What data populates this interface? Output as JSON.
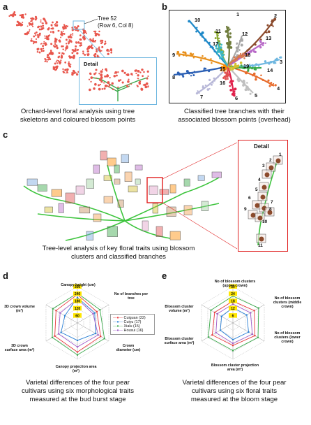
{
  "figure": {
    "a": {
      "letter": "a",
      "tree_label_line1": "Tree 52",
      "tree_label_line2": "(Row 6, Col 8)",
      "detail_label": "Detail",
      "caption_line1": "Orchard-level floral analysis using tree",
      "caption_line2": "skeletons and coloured blossom points"
    },
    "b": {
      "letter": "b",
      "branch_numbers": [
        "1",
        "2",
        "3",
        "4",
        "5",
        "6",
        "7",
        "8",
        "9",
        "10",
        "11",
        "12",
        "13",
        "14",
        "15",
        "16",
        "17",
        "18",
        "19"
      ],
      "caption_line1": "Classified tree branches with their",
      "caption_line2": "associated blossom points (overhead)"
    },
    "c": {
      "letter": "c",
      "detail_label": "Detail",
      "detail_numbers": [
        "1",
        "2",
        "3",
        "4",
        "5",
        "6",
        "7",
        "8",
        "9",
        "10",
        "11"
      ],
      "caption_line1": "Tree-level analysis of key floral traits using blossom",
      "caption_line2": "clusters and classified branches"
    },
    "d": {
      "letter": "d",
      "axes": [
        "Canopy height (cm)",
        "No of branches per tree",
        "Crown diameter (cm)",
        "Canopy projection area (m²)",
        "3D crown surface area (m²)",
        "3D crown volume (m³)"
      ],
      "ticks_top": [
        "300",
        "240",
        "180",
        "120",
        "60"
      ],
      "legend": [
        {
          "name": "Cuiguan (22)",
          "color": "#e8383d"
        },
        {
          "name": "Cuiyu (17)",
          "color": "#2a7fd4"
        },
        {
          "name": "Xialu (15)",
          "color": "#3aa84a"
        },
        {
          "name": "Housui (16)",
          "color": "#a05cc8"
        }
      ],
      "caption_line1": "Varietal differences of the four pear",
      "caption_line2": "cultivars using six morphological traits",
      "caption_line3": "measured at the bud burst stage"
    },
    "e": {
      "letter": "e",
      "axes": [
        "No of blossom clusters (upper crown)",
        "No of blossom clusters (middle crown)",
        "No of blossom clusters (lower crown)",
        "Blossom cluster projection area (m²)",
        "Blossom cluster surface area (m²)",
        "Blossom cluster volume (m³)"
      ],
      "ticks_top": [
        "30",
        "24",
        "18",
        "12",
        "6"
      ],
      "caption_line1": "Varietal differences of the four pear",
      "caption_line2": "cultivars using six floral traits",
      "caption_line3": "measured at the bloom stage"
    }
  }
}
